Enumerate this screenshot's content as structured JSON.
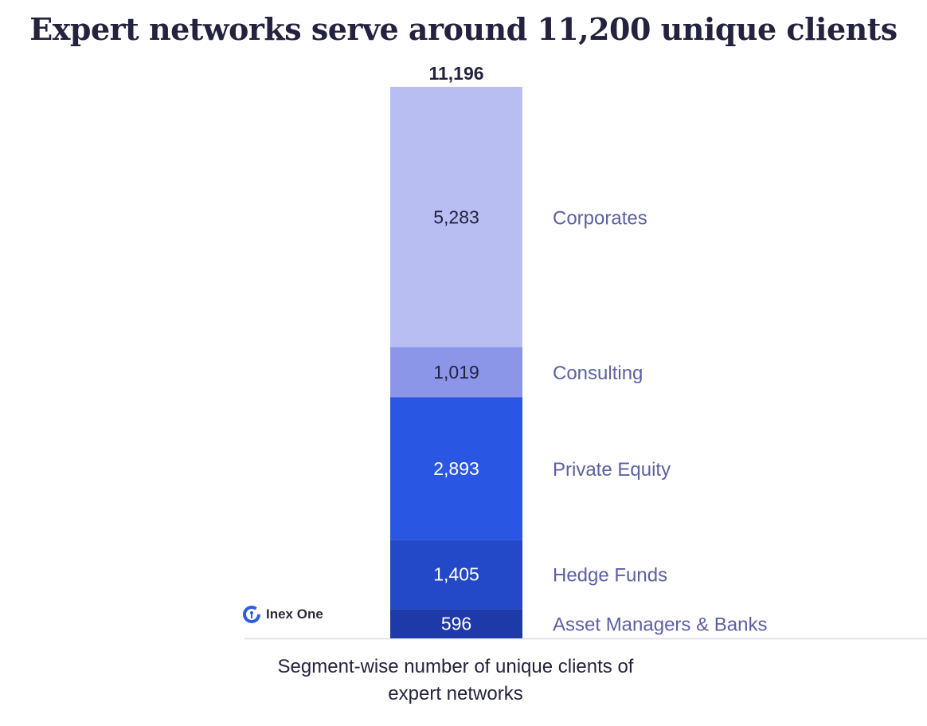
{
  "chart_data": {
    "type": "bar",
    "stacked": true,
    "title": "Expert networks serve around 11,200 unique clients",
    "xlabel": "Segment-wise number of unique clients of expert networks",
    "total_label": "11,196",
    "total": 11196,
    "segments": [
      {
        "name": "Asset Managers & Banks",
        "value": 596,
        "label": "596",
        "color": "#1e3aa8",
        "text_color": "#ffffff"
      },
      {
        "name": "Hedge Funds",
        "value": 1405,
        "label": "1,405",
        "color": "#2349c9",
        "text_color": "#ffffff"
      },
      {
        "name": "Private Equity",
        "value": 2893,
        "label": "2,893",
        "color": "#2956e2",
        "text_color": "#ffffff"
      },
      {
        "name": "Consulting",
        "value": 1019,
        "label": "1,019",
        "color": "#8c96e9",
        "text_color": "#23233f"
      },
      {
        "name": "Corporates",
        "value": 5283,
        "label": "5,283",
        "color": "#b8bdf2",
        "text_color": "#23233f"
      }
    ],
    "legend_color": "#5c60a6"
  },
  "logo": {
    "text": "Inex One",
    "color": "#2b5ce6"
  }
}
